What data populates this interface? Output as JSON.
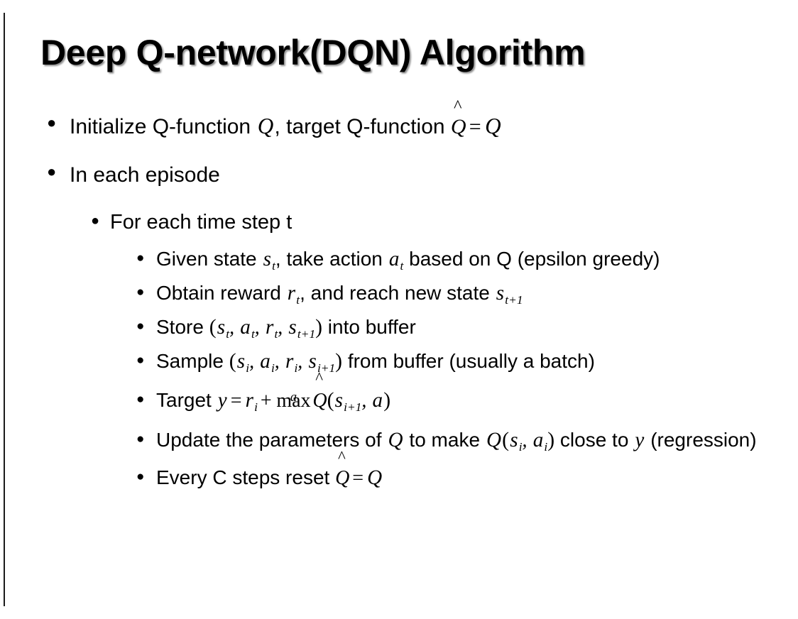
{
  "slide": {
    "title": "Deep Q-network(DQN) Algorithm",
    "background_color": "#ffffff",
    "text_color": "#000000",
    "rule_color": "#1a1a1a"
  },
  "bullets": {
    "initialize": {
      "pre": "Initialize Q-function ",
      "q1": "Q",
      "mid": ", target Q-function ",
      "qhat_base": "Q",
      "qhat_accent": "^",
      "equals": "=",
      "q2": "Q"
    },
    "in_each_episode": "In each episode",
    "for_each_time_step": "For each time step t",
    "given_state": {
      "pre": "Given state ",
      "s": "s",
      "s_sub": "t",
      "mid": ", take action ",
      "a": "a",
      "a_sub": "t",
      "post": " based on Q (epsilon greedy)"
    },
    "obtain_reward": {
      "pre": "Obtain reward ",
      "r": "r",
      "r_sub": "t",
      "mid": ", and reach new state ",
      "s": "s",
      "s_sub": "t+1"
    },
    "store": {
      "pre": "Store ",
      "open": "(",
      "s": "s",
      "s_sub": "t",
      "comma1": ", ",
      "a": "a",
      "a_sub": "t",
      "comma2": ", ",
      "r": "r",
      "r_sub": "t",
      "comma3": ", ",
      "s2": "s",
      "s2_sub": "t+1",
      "close": ")",
      "post": " into buffer"
    },
    "sample": {
      "pre": "Sample ",
      "open": "(",
      "s": "s",
      "s_sub": "i",
      "comma1": ", ",
      "a": "a",
      "a_sub": "i",
      "comma2": ", ",
      "r": "r",
      "r_sub": "i",
      "comma3": ", ",
      "s2": "s",
      "s2_sub": "i+1",
      "close": ")",
      "post": " from buffer (usually a batch)"
    },
    "target": {
      "pre": "Target ",
      "y": "y",
      "equals": "=",
      "r": "r",
      "r_sub": "i",
      "plus": "+",
      "max_op": "max",
      "max_limit": "a",
      "qhat_base": "Q",
      "qhat_accent": "^",
      "open": "(",
      "s": "s",
      "s_sub": "i+1",
      "comma": ", ",
      "a": "a",
      "close": ")"
    },
    "update": {
      "pre": "Update the parameters of ",
      "q1": "Q",
      "mid": " to make ",
      "q2": "Q",
      "open": "(",
      "s": "s",
      "s_sub": "i",
      "comma": ", ",
      "a": "a",
      "a_sub": "i",
      "close": ")",
      "post": " close to ",
      "y": "y",
      "tail": " (regression)"
    },
    "reset": {
      "pre": "Every C steps reset ",
      "qhat_base": "Q",
      "qhat_accent": "^",
      "equals": "=",
      "q": "Q"
    }
  }
}
